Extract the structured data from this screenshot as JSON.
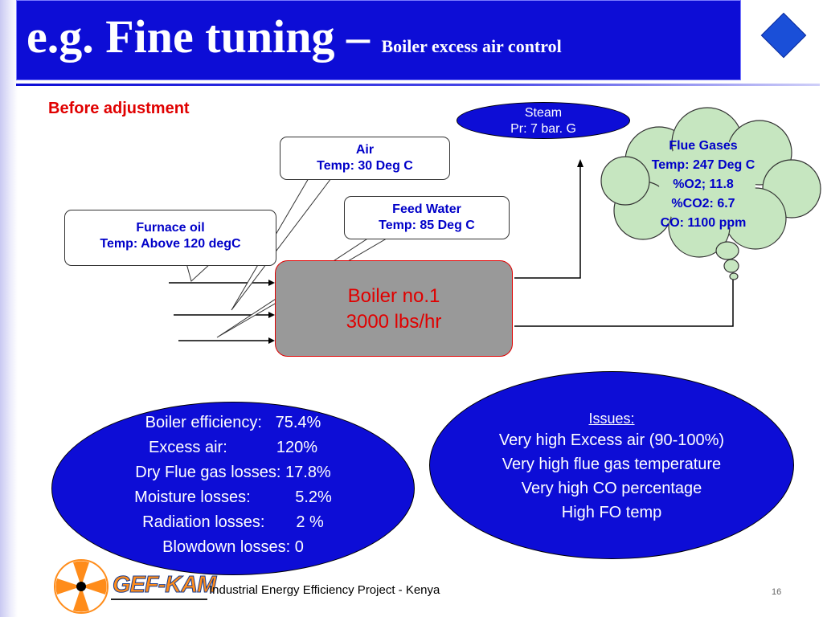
{
  "title": {
    "main": "e.g. Fine tuning –",
    "sub": "Boiler excess air control"
  },
  "section_label": "Before adjustment",
  "callouts": {
    "air": {
      "line1": "Air",
      "line2": "Temp: 30 Deg C"
    },
    "feed_water": {
      "line1": "Feed Water",
      "line2": "Temp: 85 Deg C"
    },
    "furnace_oil": {
      "line1": "Furnace oil",
      "line2": "Temp: Above 120 degC"
    }
  },
  "steam": {
    "line1": "Steam",
    "line2": "Pr: 7 bar. G"
  },
  "boiler": {
    "line1": "Boiler no.1",
    "line2": "3000 lbs/hr"
  },
  "flue_gases": {
    "line1": "Flue Gases",
    "line2": "Temp: 247 Deg C",
    "line3": "%O2; 11.8",
    "line4": "%CO2: 6.7",
    "line5": "CO: 1100 ppm"
  },
  "efficiency": {
    "line1": "Boiler efficiency:   75.4%",
    "line2": "Excess air:           120%",
    "line3": "Dry Flue gas losses: 17.8%",
    "line4": "Moisture losses:          5.2%",
    "line5": "Radiation losses:       2 %",
    "line6": "Blowdown losses: 0"
  },
  "issues": {
    "heading": "Issues:",
    "items": [
      "Very high Excess air (90-100%)",
      "Very high flue gas temperature",
      "Very high CO percentage",
      "High FO temp"
    ]
  },
  "footer": {
    "logo": "GEF-KAM",
    "text": "Industrial Energy Efficiency Project - Kenya",
    "page": "16"
  },
  "colors": {
    "title_bg": "#0d0dd6",
    "accent_red": "#e00000",
    "text_blue": "#0000c8",
    "cloud_fill": "#c6e6c0",
    "logo_orange": "#ff8c1a"
  }
}
